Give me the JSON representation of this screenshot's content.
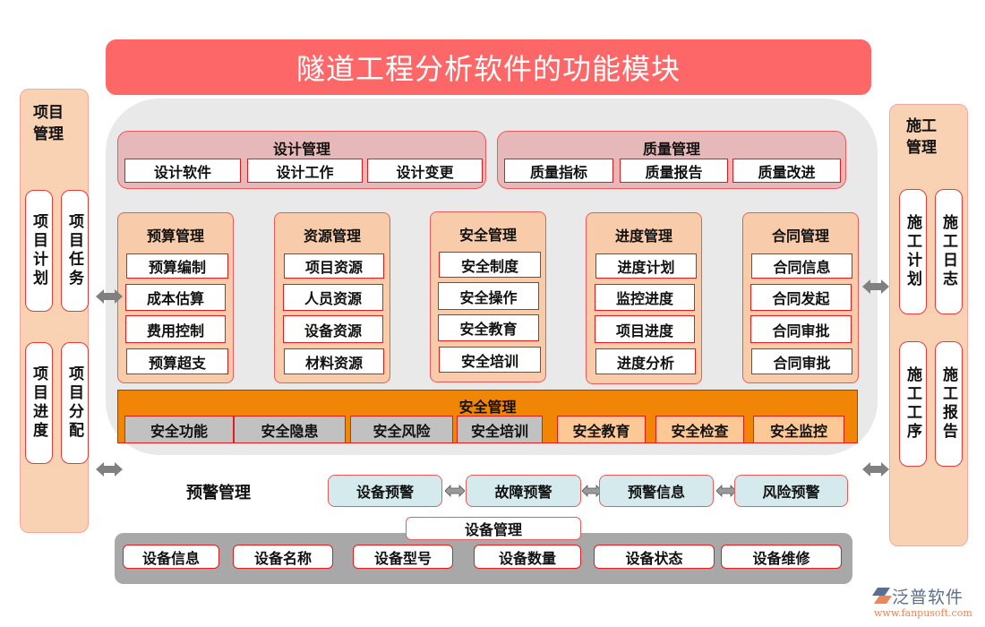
{
  "title": "隧道工程分析软件的功能模块",
  "left_panel": {
    "title": "项目管理",
    "items": [
      {
        "label": "项目计划"
      },
      {
        "label": "项目任务"
      },
      {
        "label": "项目进度"
      },
      {
        "label": "项目分配"
      }
    ]
  },
  "right_panel": {
    "title": "施工管理",
    "items": [
      {
        "label": "施工计划"
      },
      {
        "label": "施工日志"
      },
      {
        "label": "施工工序"
      },
      {
        "label": "施工报告"
      }
    ]
  },
  "design": {
    "title": "设计管理",
    "items": [
      {
        "label": "设计软件"
      },
      {
        "label": "设计工作"
      },
      {
        "label": "设计变更"
      }
    ]
  },
  "quality": {
    "title": "质量管理",
    "items": [
      {
        "label": "质量指标"
      },
      {
        "label": "质量报告"
      },
      {
        "label": "质量改进"
      }
    ]
  },
  "modules": [
    {
      "title": "预算管理",
      "items": [
        {
          "label": "预算编制"
        },
        {
          "label": "成本估算"
        },
        {
          "label": "费用控制"
        },
        {
          "label": "预算超支"
        }
      ]
    },
    {
      "title": "资源管理",
      "items": [
        {
          "label": "项目资源"
        },
        {
          "label": "人员资源"
        },
        {
          "label": "设备资源"
        },
        {
          "label": "材料资源"
        }
      ]
    },
    {
      "title": "安全管理",
      "items": [
        {
          "label": "安全制度"
        },
        {
          "label": "安全操作"
        },
        {
          "label": "安全教育"
        },
        {
          "label": "安全培训"
        }
      ]
    },
    {
      "title": "进度管理",
      "items": [
        {
          "label": "进度计划"
        },
        {
          "label": "监控进度"
        },
        {
          "label": "项目进度"
        },
        {
          "label": "进度分析"
        }
      ]
    },
    {
      "title": "合同管理",
      "items": [
        {
          "label": "合同信息"
        },
        {
          "label": "合同发起"
        },
        {
          "label": "合同审批"
        },
        {
          "label": "合同审批"
        }
      ]
    }
  ],
  "safety_bar": {
    "title": "安全管理",
    "items": [
      {
        "label": "安全功能"
      },
      {
        "label": "安全隐患"
      },
      {
        "label": "安全风险"
      },
      {
        "label": "安全培训"
      },
      {
        "label": "安全教育"
      },
      {
        "label": "安全检查"
      },
      {
        "label": "安全监控"
      }
    ]
  },
  "warning": {
    "title": "预警管理",
    "items": [
      {
        "label": "设备预警"
      },
      {
        "label": "故障预警"
      },
      {
        "label": "预警信息"
      },
      {
        "label": "风险预警"
      }
    ]
  },
  "equipment": {
    "title": "设备管理",
    "items": [
      {
        "label": "设备信息"
      },
      {
        "label": "设备名称"
      },
      {
        "label": "设备型号"
      },
      {
        "label": "设备数量"
      },
      {
        "label": "设备状态"
      },
      {
        "label": "设备维修"
      }
    ]
  },
  "logo": {
    "name": "泛普软件",
    "url": "www.fanpusoft.com"
  },
  "colors": {
    "title_bg": "#fe6767",
    "side_panel_bg": "#f9d2b4",
    "module_bg": "#f8ccaa",
    "top_group_bg": "#e6b8b9",
    "safety_bar_bg": "#f18505",
    "warning_bg": "#d4eaed",
    "equipment_bg": "#a8a8a8",
    "border_red": "#e41b1b"
  }
}
